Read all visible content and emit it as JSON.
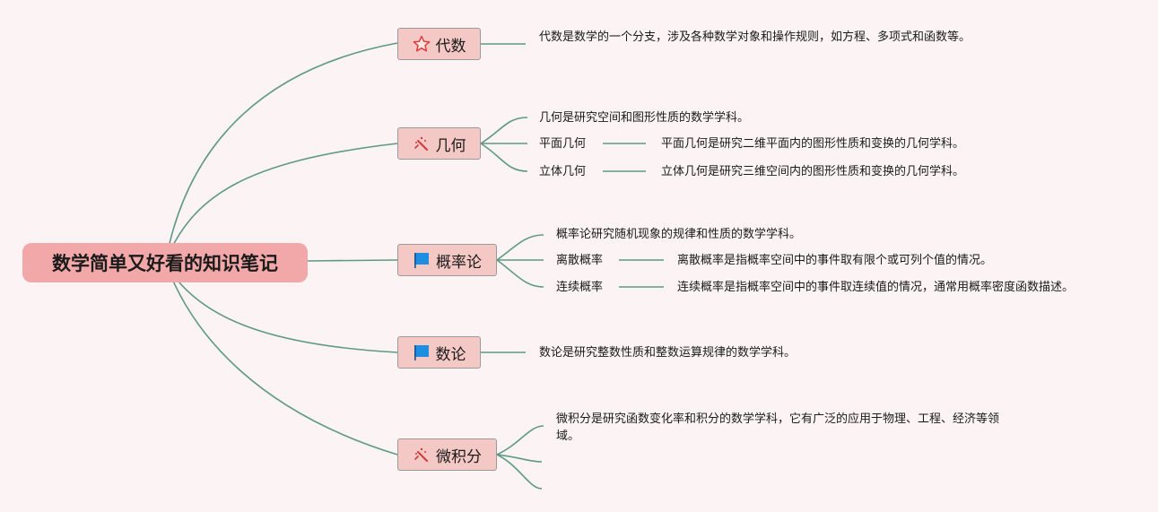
{
  "root": {
    "title": "数学简单又好看的知识笔记"
  },
  "branches": [
    {
      "label": "代数",
      "icon": "star-icon",
      "desc": "代数是数学的一个分支，涉及各种数学对象和操作规则，如方程、多项式和函数等。"
    },
    {
      "label": "几何",
      "icon": "magic-wand-icon",
      "desc": "几何是研究空间和图形性质的数学学科。",
      "subs": [
        {
          "label": "平面几何",
          "desc": "平面几何是研究二维平面内的图形性质和变换的几何学科。"
        },
        {
          "label": "立体几何",
          "desc": "立体几何是研究三维空间内的图形性质和变换的几何学科。"
        }
      ]
    },
    {
      "label": "概率论",
      "icon": "flag-icon",
      "desc": "概率论研究随机现象的规律和性质的数学学科。",
      "subs": [
        {
          "label": "离散概率",
          "desc": "离散概率是指概率空间中的事件取有限个或可列个值的情况。"
        },
        {
          "label": "连续概率",
          "desc": "连续概率是指概率空间中的事件取连续值的情况，通常用概率密度函数描述。"
        }
      ]
    },
    {
      "label": "数论",
      "icon": "flag-icon",
      "desc": "数论是研究整数性质和整数运算规律的数学学科。"
    },
    {
      "label": "微积分",
      "icon": "magic-wand-icon",
      "desc": "微积分是研究函数变化率和积分的数学学科，它有广泛的应用于物理、工程、经济等领域。"
    }
  ],
  "colors": {
    "link": "#5e9985",
    "root_fill": "#f2a8a8",
    "branch_fill": "#f4c9c5",
    "background": "#fbf3f4"
  }
}
